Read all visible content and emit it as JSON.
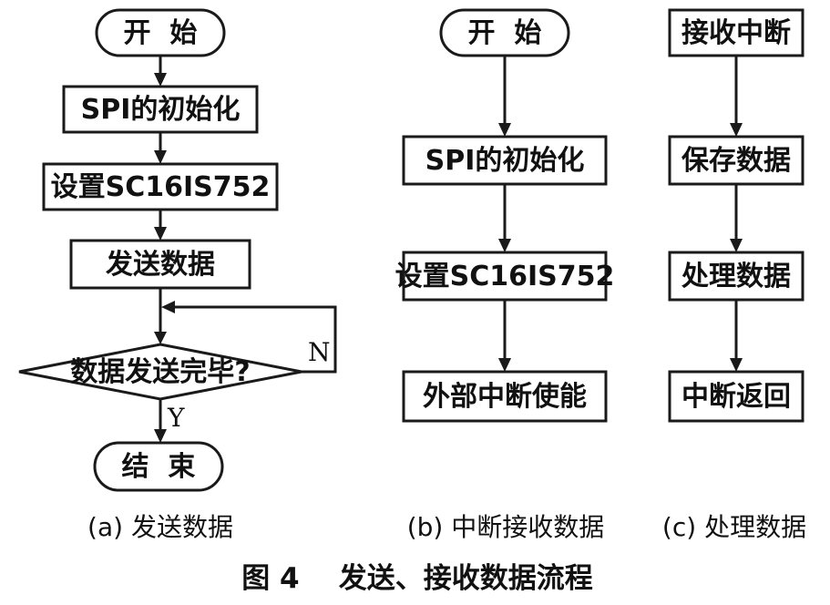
{
  "a": {
    "start": "开  始",
    "spi_init": "SPI的初始化",
    "setup": "设置SC16IS752",
    "send": "发送数据",
    "decision": "数据发送完毕?",
    "no": "N",
    "yes": "Y",
    "end": "结  束",
    "caption": "(a) 发送数据"
  },
  "b": {
    "start": "开  始",
    "spi_init": "SPI的初始化",
    "setup": "设置SC16IS752",
    "enable": "外部中断使能",
    "caption": "(b) 中断接收数据"
  },
  "c": {
    "receive": "接收中断",
    "save": "保存数据",
    "process": "处理数据",
    "return": "中断返回",
    "caption": "(c) 处理数据"
  },
  "figure_title": "图 4    发送、接收数据流程"
}
